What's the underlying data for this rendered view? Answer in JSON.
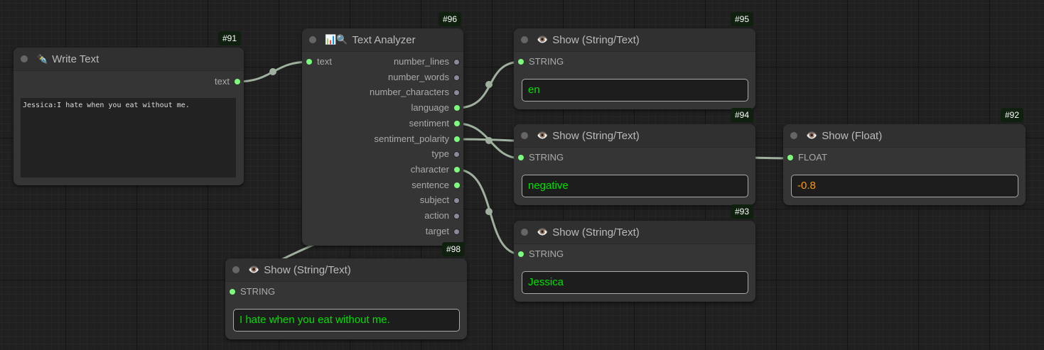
{
  "colors": {
    "wire": "#9fb09f",
    "connected_slot": "#7dfb7d",
    "value_text": "#00e000",
    "float_text": "#ff9900"
  },
  "nodes": {
    "write_text": {
      "id": "#91",
      "icon": "pen-icon",
      "emoji": "✒️",
      "title": "Write Text",
      "output": "text",
      "value": "Jessica:I hate when you eat without me."
    },
    "text_analyzer": {
      "id": "#96",
      "icon": "chart-search-icon",
      "emoji": "📊🔍",
      "title": "Text Analyzer",
      "input": "text",
      "outputs": [
        "number_lines",
        "number_words",
        "number_characters",
        "language",
        "sentiment",
        "sentiment_polarity",
        "type",
        "character",
        "sentence",
        "subject",
        "action",
        "target"
      ],
      "connected": [
        false,
        false,
        false,
        true,
        true,
        true,
        false,
        true,
        true,
        false,
        false,
        false
      ]
    },
    "show_95": {
      "id": "#95",
      "emoji": "👁️",
      "title": "Show (String/Text)",
      "input": "STRING",
      "value": "en"
    },
    "show_94": {
      "id": "#94",
      "emoji": "👁️",
      "title": "Show (String/Text)",
      "input": "STRING",
      "value": "negative"
    },
    "show_93": {
      "id": "#93",
      "emoji": "👁️",
      "title": "Show (String/Text)",
      "input": "STRING",
      "value": "Jessica"
    },
    "show_92": {
      "id": "#92",
      "emoji": "👁️",
      "title": "Show (Float)",
      "input": "FLOAT",
      "value": "-0.8"
    },
    "show_98": {
      "id": "#98",
      "emoji": "👁️",
      "title": "Show (String/Text)",
      "input": "STRING",
      "value": "I hate when you eat without me."
    }
  }
}
